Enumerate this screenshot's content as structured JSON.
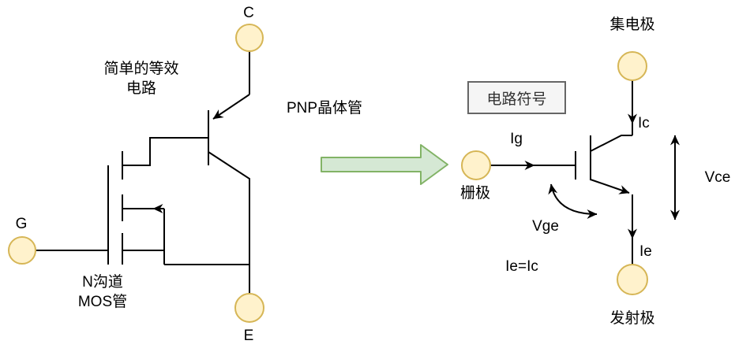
{
  "diagram": {
    "left_circuit": {
      "title": "简单的等效\n电路",
      "terminal_c": "C",
      "terminal_g": "G",
      "terminal_e": "E",
      "mosfet_label": "N沟道\nMOS管",
      "pnp_label": "PNP晶体管"
    },
    "right_circuit": {
      "box_label": "电路符号",
      "collector_label": "集电极",
      "gate_label": "栅极",
      "emitter_label": "发射极",
      "current_gate": "Ig",
      "current_collector": "Ic",
      "current_emitter": "Ie",
      "voltage_ce": "Vce",
      "voltage_ge": "Vge",
      "equation": "Ie=Ic"
    },
    "colors": {
      "terminal_fill": "#FFF2CC",
      "terminal_stroke": "#D6B656",
      "arrow_fill": "#D5E8D4",
      "arrow_stroke": "#82B366",
      "box_fill": "#F5F5F5",
      "box_stroke": "#666666",
      "line": "#000000",
      "text": "#000000"
    }
  }
}
